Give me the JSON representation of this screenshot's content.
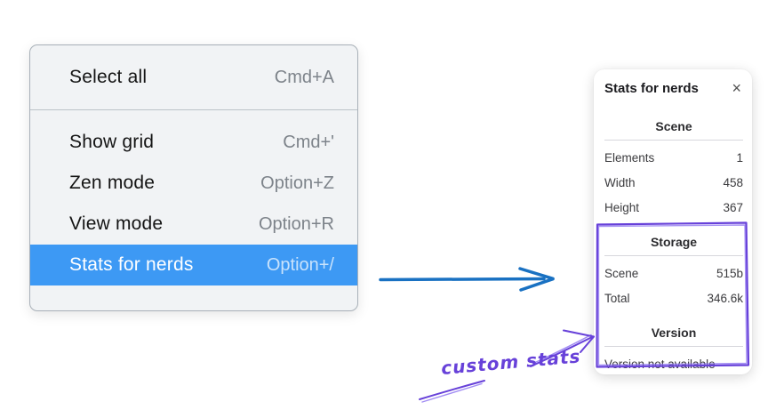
{
  "menu": {
    "items": [
      {
        "label": "Select all",
        "shortcut": "Cmd+A",
        "active": false
      },
      {
        "label": "Show grid",
        "shortcut": "Cmd+'",
        "active": false
      },
      {
        "label": "Zen mode",
        "shortcut": "Option+Z",
        "active": false
      },
      {
        "label": "View mode",
        "shortcut": "Option+R",
        "active": false
      },
      {
        "label": "Stats for nerds",
        "shortcut": "Option+/",
        "active": true
      }
    ],
    "highlight_color": "#3d99f4"
  },
  "stats_panel": {
    "title": "Stats for nerds",
    "sections": [
      {
        "heading": "Scene",
        "rows": [
          [
            "Elements",
            "1"
          ],
          [
            "Width",
            "458"
          ],
          [
            "Height",
            "367"
          ]
        ]
      },
      {
        "heading": "Storage",
        "rows": [
          [
            "Scene",
            "515b"
          ],
          [
            "Total",
            "346.6k"
          ]
        ]
      },
      {
        "heading": "Version",
        "note": "Version not available"
      }
    ]
  },
  "annotation": {
    "text": "custom stats",
    "color": "#6741d9"
  },
  "icons": {
    "close": "×"
  },
  "colors": {
    "flow_arrow": "#1971c2",
    "menu_highlight": "#3d99f4",
    "annotation_purple": "#6741d9"
  }
}
